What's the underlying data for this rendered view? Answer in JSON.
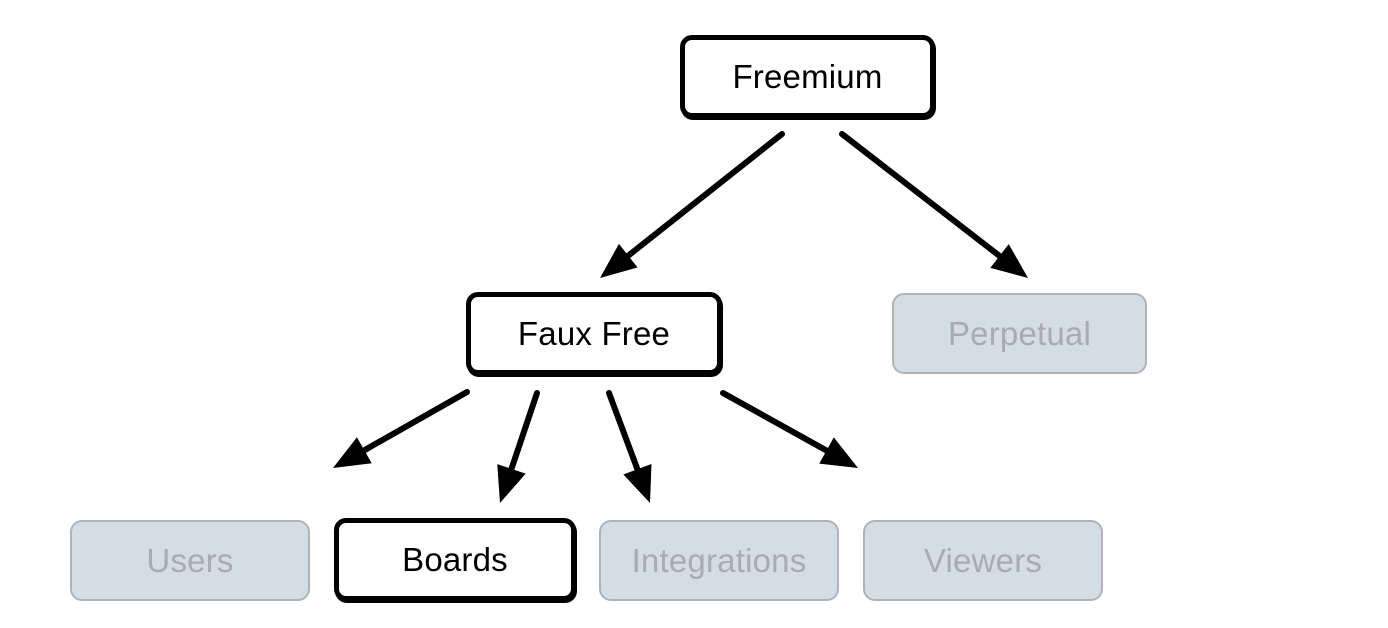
{
  "diagram": {
    "nodes": {
      "freemium": {
        "label": "Freemium",
        "state": "highlighted"
      },
      "faux_free": {
        "label": "Faux Free",
        "state": "highlighted"
      },
      "perpetual": {
        "label": "Perpetual",
        "state": "dimmed"
      },
      "users": {
        "label": "Users",
        "state": "dimmed"
      },
      "boards": {
        "label": "Boards",
        "state": "highlighted"
      },
      "integrations": {
        "label": "Integrations",
        "state": "dimmed"
      },
      "viewers": {
        "label": "Viewers",
        "state": "dimmed"
      }
    },
    "edges": [
      {
        "from": "freemium",
        "to": "faux_free"
      },
      {
        "from": "freemium",
        "to": "perpetual"
      },
      {
        "from": "faux_free",
        "to": "users"
      },
      {
        "from": "faux_free",
        "to": "boards"
      },
      {
        "from": "faux_free",
        "to": "integrations"
      },
      {
        "from": "faux_free",
        "to": "viewers"
      }
    ],
    "colors": {
      "highlighted_border": "#000000",
      "highlighted_fill": "#ffffff",
      "dimmed_fill": "#d4dce5",
      "dimmed_border": "#aeb4ba",
      "dimmed_text": "#a8acb0",
      "arrow": "#000000"
    }
  }
}
